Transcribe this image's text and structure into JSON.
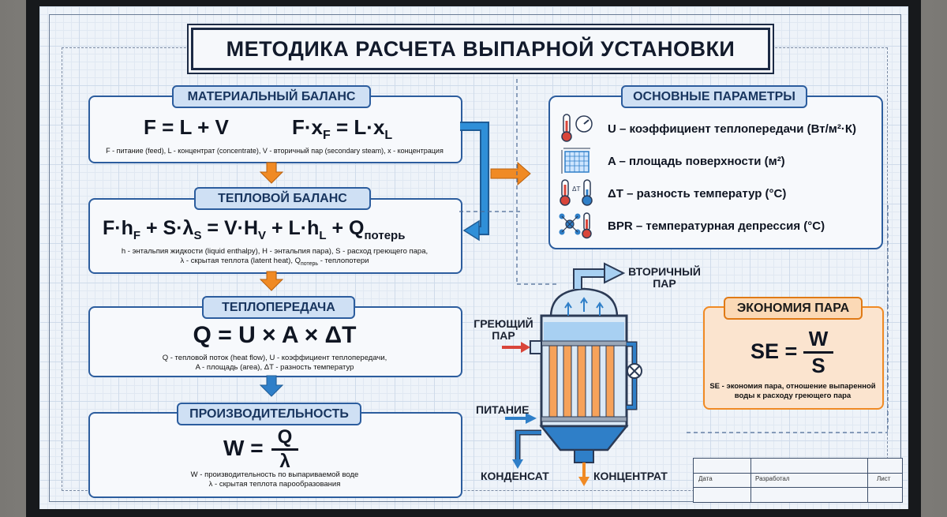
{
  "title": "МЕТОДИКА РАСЧЕТА ВЫПАРНОЙ УСТАНОВКИ",
  "material_balance": {
    "header": "МАТЕРИАЛЬНЫЙ БАЛАНС",
    "formula1": "F = L + V",
    "formula2_a": "F·x",
    "formula2_a_sub": "F",
    "formula2_b": " = L·x",
    "formula2_b_sub": "L",
    "note": "F - питание (feed), L - концентрат (concentrate), V - вторичный пар (secondary steam), x - концентрация"
  },
  "heat_balance": {
    "header": "ТЕПЛОВОЙ БАЛАНС",
    "f1": "F·h",
    "f1_sub": "F",
    "f2": " + S·λ",
    "f2_sub": "S",
    "f3": " = V·H",
    "f3_sub": "V",
    "f4": " + L·h",
    "f4_sub": "L",
    "f5": " + Q",
    "f5_sub": "потерь",
    "note1": "h - энтальпия жидкости (liquid enthalpy), H - энтальпия пара), S - расход греющего пара,",
    "note2_a": "λ - скрытая теплота (latent heat), Q",
    "note2_sub": "потерь",
    "note2_b": " - теплопотери"
  },
  "heat_transfer": {
    "header": "ТЕПЛОПЕРЕДАЧА",
    "formula": "Q = U × A × ΔT",
    "note1": "Q - тепловой поток (heat flow), U - коэффициент теплопередачи,",
    "note2": "A - площадь (area), ΔT - разность температур"
  },
  "productivity": {
    "header": "ПРОИЗВОДИТЕЛЬНОСТЬ",
    "lhs": "W =",
    "numerator": "Q",
    "denominator": "λ",
    "note1": "W - производительность по выпариваемой воде",
    "note2": "λ - скрытая теплота парообразования"
  },
  "parameters": {
    "header": "ОСНОВНЫЕ ПАРАМЕТРЫ",
    "items": [
      {
        "icon": "thermometer-gauge-icon",
        "label": "U – коэффициент теплопередачи (Вт/м²·К)"
      },
      {
        "icon": "grid-area-icon",
        "label": "A – площадь поверхности (м²)"
      },
      {
        "icon": "delta-thermometer-icon",
        "label": "ΔT – разность температур (°C)"
      },
      {
        "icon": "molecule-thermometer-icon",
        "label": "BPR – температурная депрессия (°C)"
      }
    ]
  },
  "economy": {
    "header": "ЭКОНОМИЯ ПАРА",
    "lhs": "SE =",
    "numerator": "W",
    "denominator": "S",
    "note1": "SE - экономия пара, отношение выпаренной",
    "note2": "воды к расходу греющего пара"
  },
  "diagram": {
    "secondary_steam_1": "ВТОРИЧНЫЙ",
    "secondary_steam_2": "ПАР",
    "heating_steam_1": "ГРЕЮЩИЙ",
    "heating_steam_2": "ПАР",
    "feed": "ПИТАНИЕ",
    "condensate": "КОНДЕНСАТ",
    "concentrate": "КОНЦЕНТРАТ"
  },
  "stamp": {
    "date": "Дата",
    "developed": "Разработал",
    "sheet": "Лист"
  },
  "colors": {
    "panel_border": "#2c5d9e",
    "pill_fill": "#cfe0f4",
    "flow_arrow": "#2f7fc8",
    "down_arrow": "#f08a24",
    "economy_border": "#f08a24",
    "economy_fill": "#fbe4cf"
  }
}
